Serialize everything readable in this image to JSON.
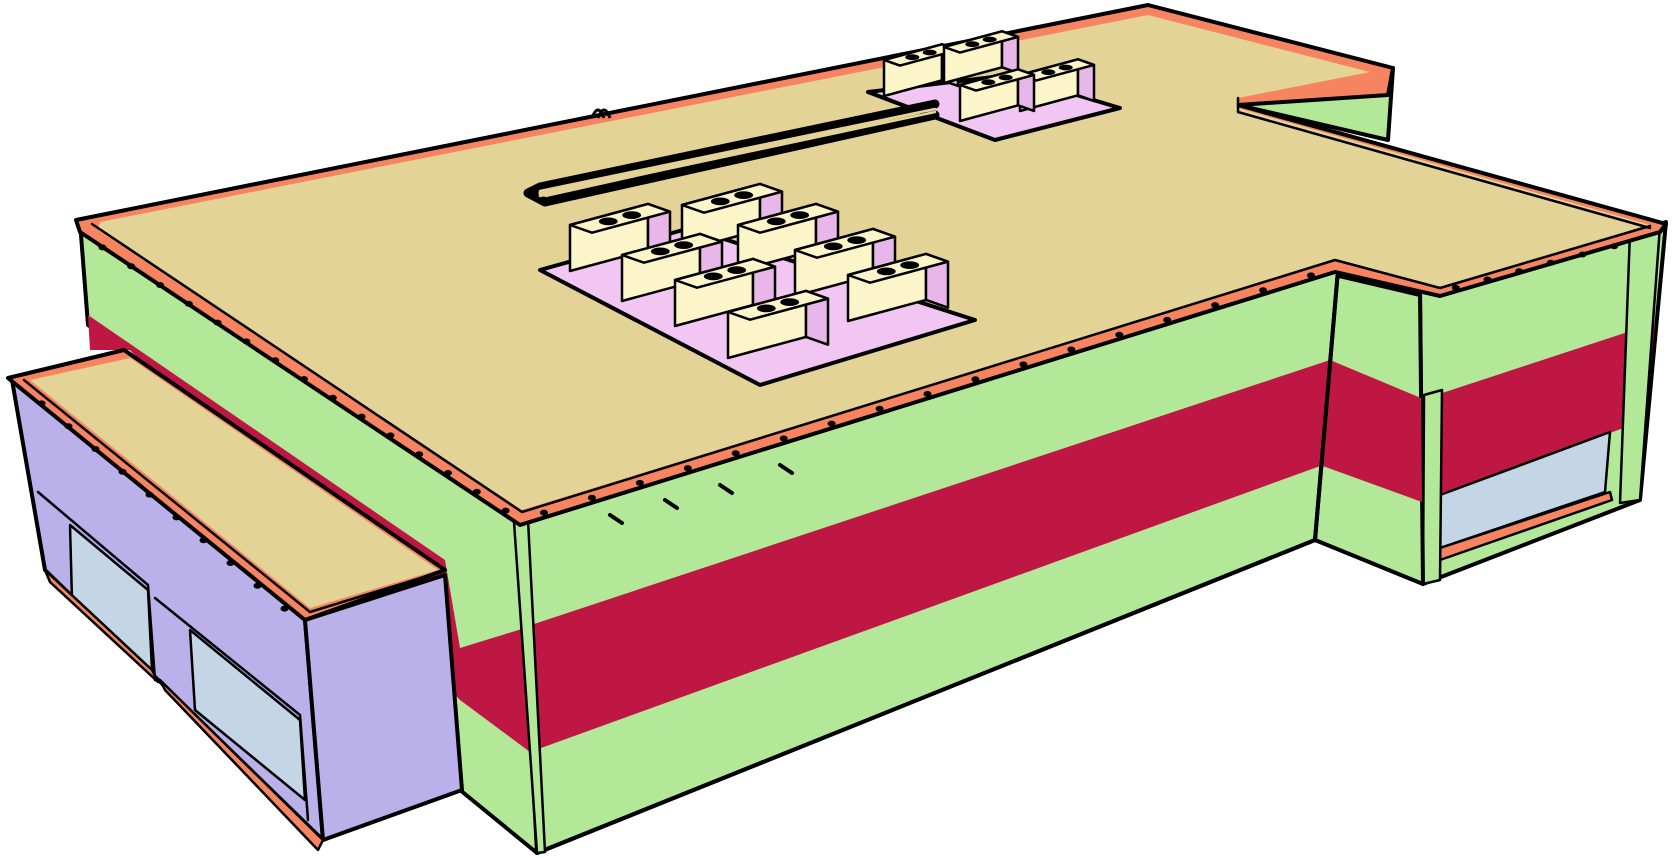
{
  "colors": {
    "background": "#ffffff",
    "outline": "#000000",
    "roof": "#e3d396",
    "parapet": "#f68460",
    "wall_green": "#b2e898",
    "band_crimson": "#be1744",
    "wall_lavender": "#bab0ea",
    "glazing": "#c4d5e6",
    "equipment_unit": "#fcf5c9",
    "equipment_pad": "#f1c6f2",
    "equipment_side": "#e9b6e9"
  },
  "components": {
    "main_block": "main-building-block",
    "front_wing": "front-wing-block",
    "rear_wing": "rear-wing-block",
    "rooftop_equipment_large": 8,
    "rooftop_equipment_small": 4
  }
}
